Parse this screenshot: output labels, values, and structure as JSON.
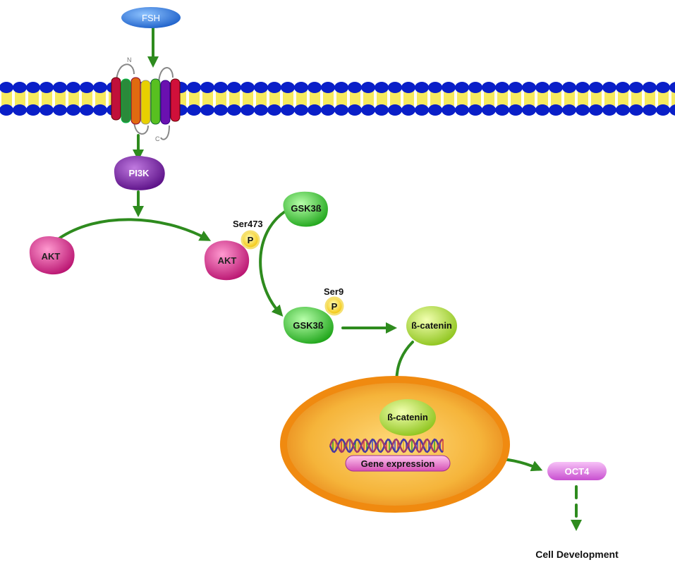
{
  "nodes": {
    "fsh": "FSH",
    "pi3k": "PI3K",
    "akt": "AKT",
    "akt_p": "AKT",
    "ser473": "Ser473",
    "gsk3b": "GSK3ß",
    "gsk3b_p": "GSK3ß",
    "ser9": "Ser9",
    "phospho": "P",
    "bcatenin": "ß-catenin",
    "bcatenin_nuc": "ß-catenin",
    "gene_expression": "Gene expression",
    "oct4": "OCT4",
    "cell_development": "Cell Development",
    "receptor_n": "N",
    "receptor_c": "C"
  },
  "colors": {
    "arrow": "#2e8b1e",
    "membrane_head": "#0a1fc8",
    "membrane_tail": "#f5e642",
    "fsh": "#3a86e8",
    "pi3k": "#7a1fa8",
    "akt": "#d9308f",
    "gsk3b": "#3fce3a",
    "bcatenin": "#b9e23a",
    "nucleus": "#f5a21a",
    "oct4": "#e07ce6",
    "phospho": "#f5d000"
  }
}
